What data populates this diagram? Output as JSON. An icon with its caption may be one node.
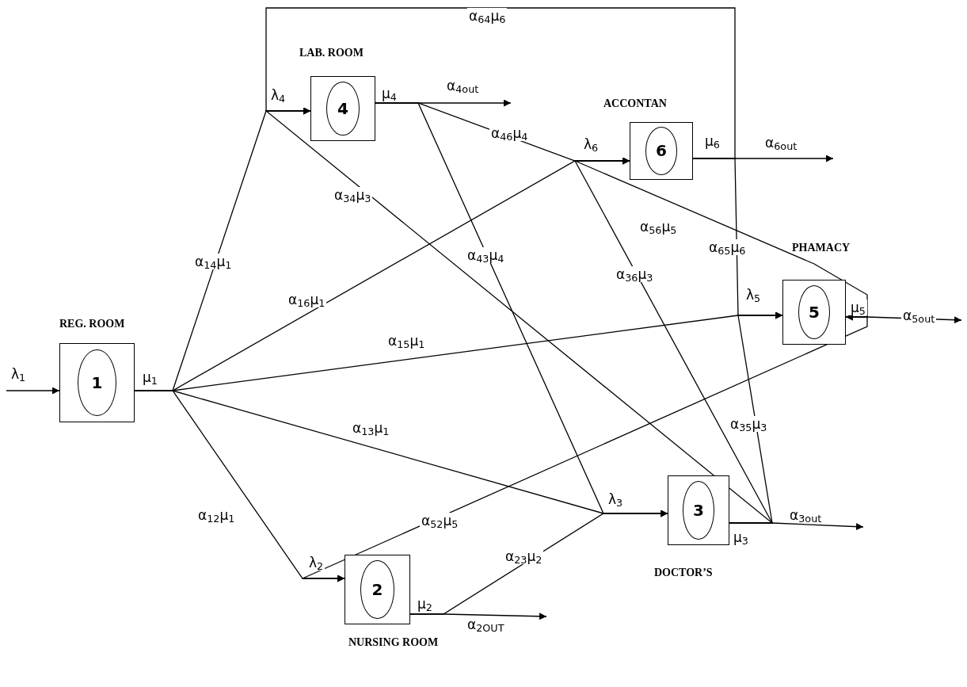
{
  "diagram": {
    "nodes": [
      {
        "text": [
          "REG. ROOM",
          "1"
        ]
      },
      {
        "text": [
          "2",
          "NURSING ROOM"
        ]
      },
      {
        "text": [
          "3",
          "DOCTOR’S"
        ]
      },
      {
        "text": [
          "LAB. ROOM",
          "4"
        ]
      },
      {
        "text": [
          "PHAMACY",
          "5"
        ]
      },
      {
        "text": [
          "ACCONTAN",
          "6"
        ]
      }
    ],
    "labels": [
      "λ$_{1}$",
      "μ$_{1}$",
      "λ$_{2}$",
      "μ$_{2}$",
      "λ$_{3}$",
      "μ$_{3}$",
      "λ$_{4}$",
      "μ$_{4}$",
      "λ$_{5}$",
      "μ$_{5}$",
      "λ$_{6}$",
      "μ$_{6}$"
    ],
    "edges": [
      {
        "from": null,
        "to": 0,
        "arrow": "to"
      },
      {
        "from": 0,
        "to": 3,
        "arrow": "to",
        "label": "α$_{14}$μ$_{1}$"
      },
      {
        "from": 0,
        "to": 5,
        "arrow": "to",
        "label": "α$_{16}$μ$_{1}$"
      },
      {
        "from": 0,
        "to": 4,
        "arrow": "to",
        "label": "α$_{15}$μ$_{1}$"
      },
      {
        "from": 0,
        "to": 2,
        "arrow": "to",
        "label": "α$_{13}$μ$_{1}$"
      },
      {
        "from": 0,
        "to": 1,
        "arrow": "to",
        "label": "α$_{12}$μ$_{1}$"
      },
      {
        "from": 3,
        "to": null,
        "arrow": "to",
        "label": "α$_{4out}$"
      },
      {
        "from": 3,
        "to": 5,
        "arrow": "to",
        "label": "α$_{46}$μ$_{4}$"
      },
      {
        "from": 3,
        "to": 2,
        "arrow": "to",
        "label": "α$_{43}$μ$_{4}$"
      },
      {
        "from": 5,
        "to": null,
        "arrow": "to",
        "label": "α$_{6out}$"
      },
      {
        "from": 5,
        "to": 3,
        "arrow": "to",
        "label": "α$_{64}$μ$_{6}$"
      },
      {
        "from": 5,
        "to": 4,
        "arrow": "to",
        "label": "α$_{65}$μ$_{6}$"
      },
      {
        "from": 4,
        "to": null,
        "arrow": "to",
        "label": "α$_{5out}$"
      },
      {
        "from": 4,
        "to": 5,
        "arrow": "both",
        "label": "α$_{56}$μ$_{5}$"
      },
      {
        "from": 4,
        "to": 1,
        "arrow": "both",
        "label": "α$_{52}$μ$_{5}$"
      },
      {
        "from": 2,
        "to": null,
        "arrow": "to",
        "label": "α$_{3out}$"
      },
      {
        "from": 2,
        "to": 3,
        "arrow": "to",
        "label": "α$_{34}$μ$_{3}$"
      },
      {
        "from": 2,
        "to": 5,
        "arrow": "to",
        "label": "α$_{36}$μ$_{3}$"
      },
      {
        "from": 2,
        "to": 4,
        "arrow": "to",
        "label": "α$_{35}$μ$_{3}$"
      },
      {
        "from": 1,
        "to": null,
        "arrow": "to",
        "label": "α$_{2OUT}$"
      },
      {
        "from": 1,
        "to": 2,
        "arrow": "to",
        "label": "α$_{23}$μ$_{2}$"
      }
    ]
  }
}
